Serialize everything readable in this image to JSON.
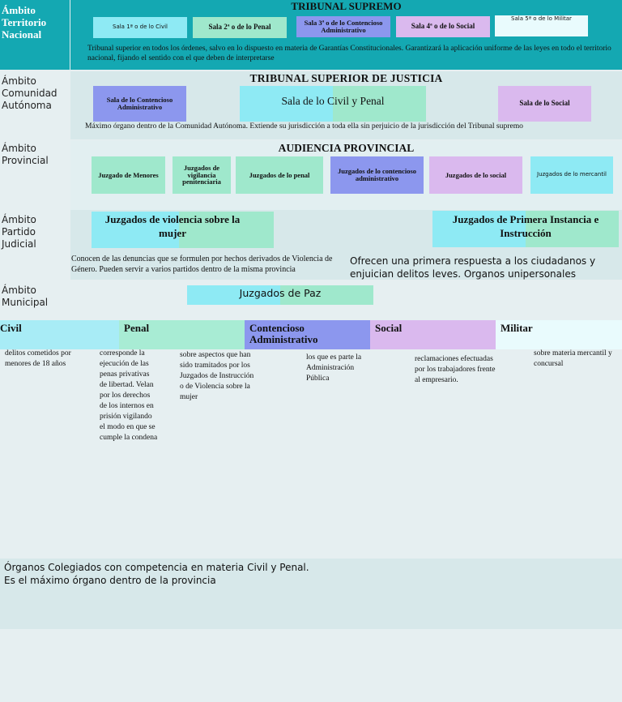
{
  "rows": {
    "nacional": "Ámbito Territorio Nacional",
    "autonoma": "Ámbito Comunidad Autónoma",
    "provincial": "Ámbito Provincial",
    "judicial": "Ámbito Partido Judicial",
    "municipal": "Ámbito Municipal"
  },
  "supremo": {
    "title": "TRIBUNAL SUPREMO",
    "salas": [
      "Sala 1ª o de lo Civil",
      "Sala 2ª o de lo Penal",
      "Sala 3ª o de lo Contencioso Administrativo",
      "Sala 4ª o de lo Social",
      "Sala 5ª o de lo Militar"
    ],
    "desc": "Tribunal superior en todos los órdenes, salvo en lo dispuesto en materia de Garantías Constitucionales. Garantizará la aplicación uniforme de las leyes en todo el territorio nacional, fijando el sentido con el que deben de interpretarse"
  },
  "tsj": {
    "title": "TRIBUNAL SUPERIOR DE JUSTICIA",
    "salas": [
      "Sala de lo Contencioso Administrativo",
      "Sala de lo Civil y Penal",
      "Sala de lo Social"
    ],
    "desc": "Máximo órgano dentro de la Comunidad Autónoma. Extiende su jurisdicción a toda ella sin perjuicio de la jurisdicción del Tribunal supremo"
  },
  "audiencia": {
    "title": "AUDIENCIA PROVINCIAL",
    "juzgados": [
      "Juzgado de Menores",
      "Juzgados de vigilancia penitenciaria",
      "Juzgados de lo penal",
      "Juzgados de lo contencioso administrativo",
      "Juzgados de lo social",
      "Juzgados de lo mercantil"
    ]
  },
  "partido": {
    "violencia": "Juzgados de violencia sobre la mujer",
    "violencia_desc": "Conocen de las denuncias que se formulen por hechos derivados de Violencia de Género. Pueden servir a varios partidos dentro de la misma provincia",
    "primera": "Juzgados de Primera Instancia e Instrucción",
    "primera_desc": "Ofrecen una primera respuesta a los ciudadanos y enjuician delitos leves. Organos unipersonales"
  },
  "municipal": {
    "paz": "Juzgados de Paz"
  },
  "columns": {
    "civil": "Civil",
    "penal": "Penal",
    "contencioso": "Contencioso Administrativo",
    "social": "Social",
    "militar": "Militar"
  },
  "details": {
    "d1": "delitos cometidos por menores de 18 años",
    "d2": "corresponde la ejecución de las penas privativas de libertad. Velan por los derechos de los internos en prisión vigilando el modo en que se cumple la condena",
    "d3": "sobre aspectos que han sido tramitados por los Juzgados de Instrucción o de Violencia sobre la mujer",
    "d4": "los que es parte la Administración Pública",
    "d5": "reclamaciones efectuadas por los trabajadores frente al empresario.",
    "d6": "sobre materia mercantil y concursal"
  },
  "footer": {
    "line1": "Órganos Colegiados con competencia en materia Civil y Penal.",
    "line2": "Es el máximo órgano dentro de la provincia"
  },
  "colors": {
    "teal": "#14a8b2",
    "cyan": "#8eeaf4",
    "mint": "#9fe8cc",
    "purple": "#8c97ee",
    "lilac": "#dab9ee",
    "palecyan": "#e9fbfd"
  }
}
